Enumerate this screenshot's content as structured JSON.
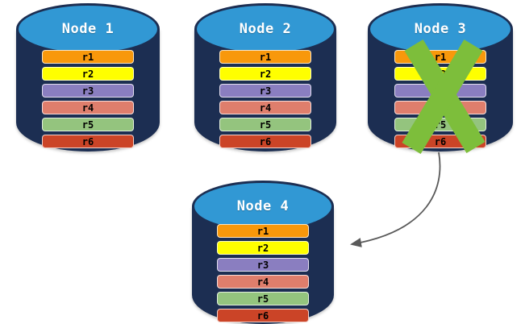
{
  "colors": {
    "cylinder_body": "#1C2E52",
    "cylinder_top": "#3198D4",
    "cross": "#7DBE3B",
    "arrow": "#5A5A5A"
  },
  "nodes": [
    {
      "title": "Node 1",
      "crossed_out": false,
      "rows": [
        {
          "label": "r1",
          "color": "#F8980B"
        },
        {
          "label": "r2",
          "color": "#FFFF00"
        },
        {
          "label": "r3",
          "color": "#8A7EC0"
        },
        {
          "label": "r4",
          "color": "#DF7E6C"
        },
        {
          "label": "r5",
          "color": "#94C47E"
        },
        {
          "label": "r6",
          "color": "#CB4427"
        }
      ]
    },
    {
      "title": "Node 2",
      "crossed_out": false,
      "rows": [
        {
          "label": "r1",
          "color": "#F8980B"
        },
        {
          "label": "r2",
          "color": "#FFFF00"
        },
        {
          "label": "r3",
          "color": "#8A7EC0"
        },
        {
          "label": "r4",
          "color": "#DF7E6C"
        },
        {
          "label": "r5",
          "color": "#94C47E"
        },
        {
          "label": "r6",
          "color": "#CB4427"
        }
      ]
    },
    {
      "title": "Node 3",
      "crossed_out": true,
      "rows": [
        {
          "label": "r1",
          "color": "#F8980B"
        },
        {
          "label": "r2",
          "color": "#FFFF00"
        },
        {
          "label": "r3",
          "color": "#8A7EC0"
        },
        {
          "label": "r4",
          "color": "#DF7E6C"
        },
        {
          "label": "r5",
          "color": "#94C47E"
        },
        {
          "label": "r6",
          "color": "#CB4427"
        }
      ]
    },
    {
      "title": "Node 4",
      "crossed_out": false,
      "rows": [
        {
          "label": "r1",
          "color": "#F8980B"
        },
        {
          "label": "r2",
          "color": "#FFFF00"
        },
        {
          "label": "r3",
          "color": "#8A7EC0"
        },
        {
          "label": "r4",
          "color": "#DF7E6C"
        },
        {
          "label": "r5",
          "color": "#94C47E"
        },
        {
          "label": "r6",
          "color": "#CB4427"
        }
      ]
    }
  ],
  "annotations": {
    "failure_mark_on": "Node 3",
    "arrow": {
      "from": "Node 3",
      "to": "Node 4"
    }
  }
}
